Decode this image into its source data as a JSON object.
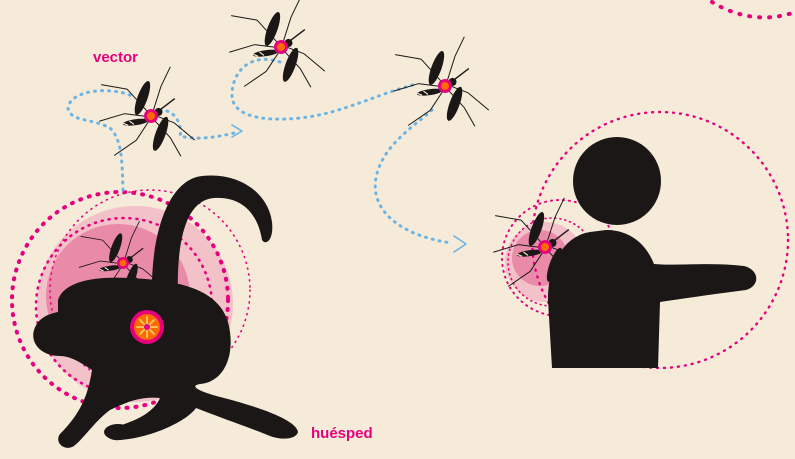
{
  "labels": {
    "vector": "vector",
    "host": "huésped"
  },
  "colors": {
    "background": "#f5ebd8",
    "label": "#e6007e",
    "silhouette": "#1a1716",
    "transmission_path": "#6cb4e4",
    "infection_ring": "#e6007e",
    "infection_glow_outer": "#f3c2c9",
    "infection_glow_inner": "#e98ba8",
    "virus_core": "#ff6a00"
  },
  "icons": {
    "mosquitoes": [
      "mosquito-icon",
      "mosquito-icon",
      "mosquito-icon",
      "mosquito-icon",
      "mosquito-icon"
    ],
    "host": "monkey-silhouette",
    "person": "human-silhouette",
    "pathogen": "virus-icon"
  }
}
